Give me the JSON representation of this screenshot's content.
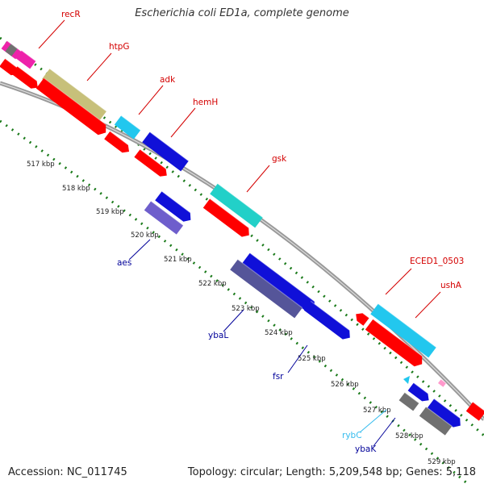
{
  "map": {
    "title": "Escherichia coli ED1a, complete genome",
    "accession_text": "Accession: NC_011745",
    "summary_text": "Topology: circular; Length: 5,209,548 bp; Genes: 5,118"
  },
  "ruler": [
    {
      "label": "517 kbp"
    },
    {
      "label": "518 kbp"
    },
    {
      "label": "519 kbp"
    },
    {
      "label": "520 kbp"
    },
    {
      "label": "521 kbp"
    },
    {
      "label": "522 kbp"
    },
    {
      "label": "523 kbp"
    },
    {
      "label": "524 kbp"
    },
    {
      "label": "525 kbp"
    },
    {
      "label": "526 kbp"
    },
    {
      "label": "527 kbp"
    },
    {
      "label": "528 kbp"
    },
    {
      "label": "529 kbp"
    }
  ],
  "gene_labels": [
    {
      "name": "recR",
      "color": "#d40000"
    },
    {
      "name": "htpG",
      "color": "#d40000"
    },
    {
      "name": "adk",
      "color": "#d40000"
    },
    {
      "name": "hemH",
      "color": "#d40000"
    },
    {
      "name": "gsk",
      "color": "#d40000"
    },
    {
      "name": "ECED1_0503",
      "color": "#d40000"
    },
    {
      "name": "ushA",
      "color": "#d40000"
    },
    {
      "name": "aes",
      "color": "#000099"
    },
    {
      "name": "ybaL",
      "color": "#000099"
    },
    {
      "name": "fsr",
      "color": "#000099"
    },
    {
      "name": "rybC",
      "color": "#33bbee"
    },
    {
      "name": "ybaK",
      "color": "#000099"
    }
  ],
  "colors": {
    "cds": "#ff0000",
    "tick": "#1a7a1a",
    "backbone": "#999999",
    "blue": "#1010d8",
    "cyan": "#22c7ee",
    "olive": "#c7c07a",
    "teal": "#22d0c8",
    "slate": "#555599",
    "purple": "#6e5ecc",
    "grey": "#707070",
    "magenta": "#ee22aa",
    "pink": "#ff99cc"
  }
}
